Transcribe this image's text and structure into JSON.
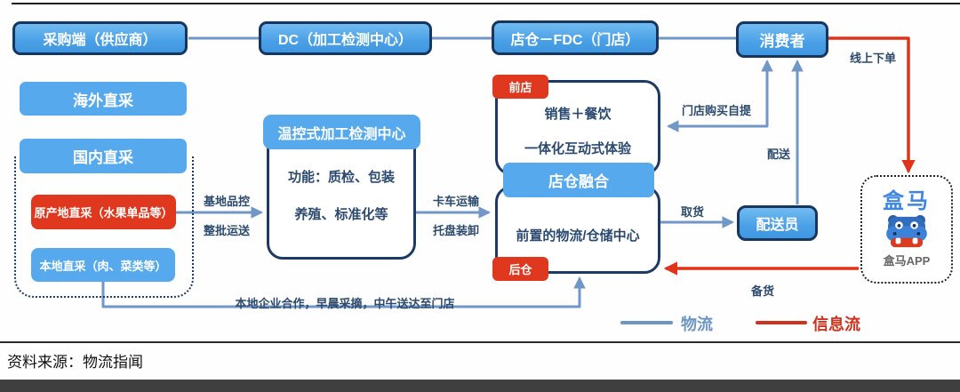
{
  "top_row": {
    "procurement": "采购端（供应商）",
    "dc": "DC（加工检测中心）",
    "fdc": "店仓－FDC（门店）",
    "consumer": "消费者"
  },
  "sourcing": {
    "overseas": "海外直采",
    "domestic": "国内直采",
    "origin_direct": "原产地直采（水果单品等）",
    "local_direct": "本地直采（肉、菜类等）"
  },
  "processing_center": {
    "title": "温控式加工检测中心",
    "line1": "功能：质检、包装",
    "line2": "养殖、标准化等"
  },
  "store": {
    "front_tag": "前店",
    "front_line1": "销售＋餐饮",
    "front_line2": "一体化互动式体验",
    "fusion": "店仓融合",
    "rear_line": "前置的物流/仓储中心",
    "rear_tag": "后仓"
  },
  "courier": "配送员",
  "hema": {
    "logo": "盒马",
    "app": "盒马APP"
  },
  "flow_labels": {
    "base_qc": "基地品控",
    "batch_ship": "整批运送",
    "truck": "卡车运输",
    "pallet": "托盘装卸",
    "store_pickup": "门店购买自提",
    "delivery": "配送",
    "take_goods": "取货",
    "online_order": "线上下单",
    "stock": "备货",
    "local_coop": "本地企业合作，早晨采摘，中午送达至门店"
  },
  "legend": {
    "logistics": "物流",
    "info_flow": "信息流"
  },
  "source": "资料来源：物流指闻",
  "colors": {
    "box_blue": "#55a9ec",
    "border_navy": "#16365f",
    "tag_red": "#df381e",
    "flow_blue": "#7097c5",
    "flow_red": "#e03318",
    "legend_blue": "#6d96c4",
    "legend_red": "#cc3420"
  }
}
